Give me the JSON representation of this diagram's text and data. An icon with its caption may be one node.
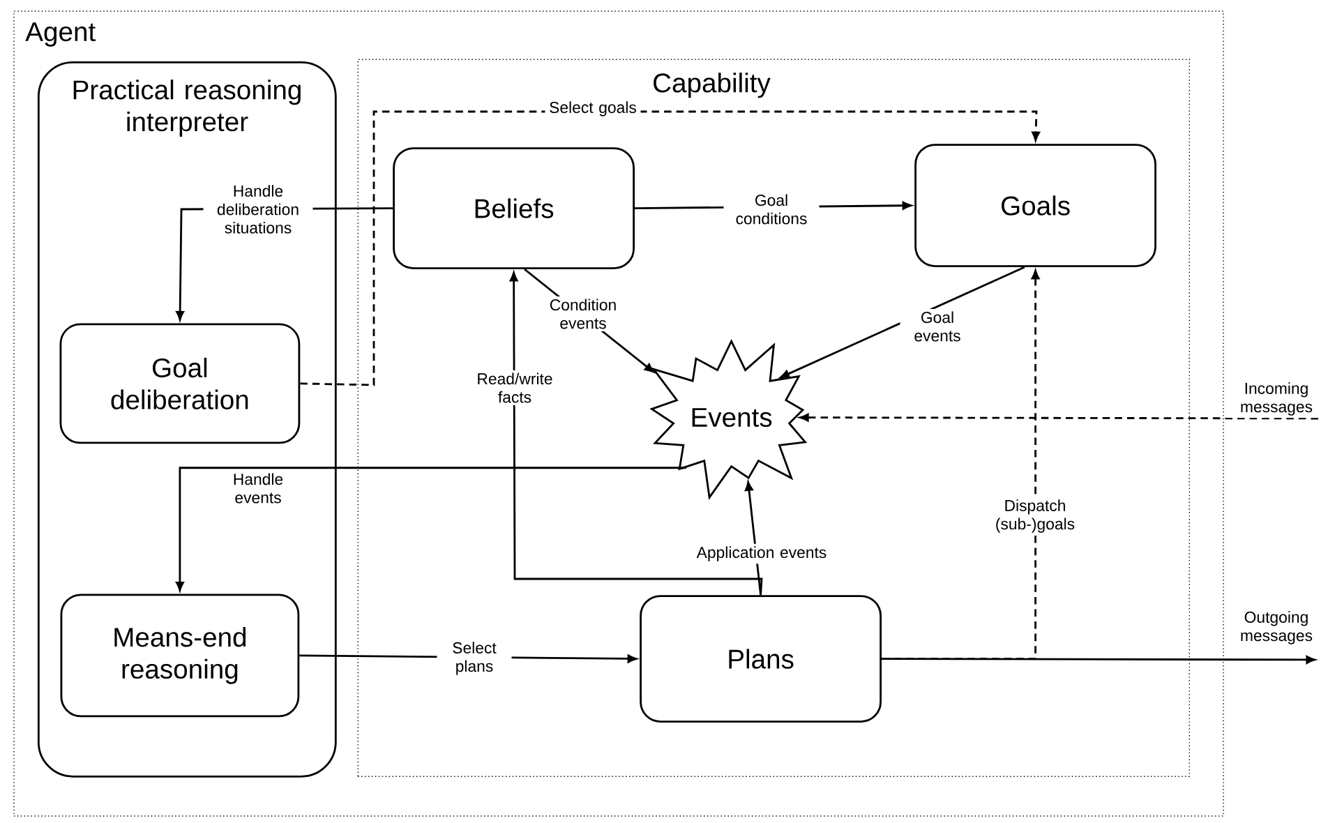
{
  "diagram": {
    "nodes": [
      {
        "text": [
          "Agent"
        ]
      },
      {
        "text": [
          "Practical reasoning interpreter"
        ],
        "in": 0
      },
      {
        "text": [
          "Capability"
        ],
        "in": 0
      },
      {
        "text": [
          "Goal deliberation"
        ],
        "in": 1
      },
      {
        "text": [
          "Means-end reasoning"
        ],
        "in": 1
      },
      {
        "text": [
          "Beliefs"
        ],
        "in": 2
      },
      {
        "text": [
          "Goals"
        ],
        "in": 2
      },
      {
        "text": [
          "Events"
        ],
        "in": 2
      },
      {
        "text": [
          "Plans"
        ],
        "in": 2
      }
    ],
    "edges": [
      {
        "from": 3,
        "to": 6,
        "arrow": "to",
        "label": "Select goals",
        "style": "dashed"
      },
      {
        "from": 5,
        "to": 6,
        "arrow": "to",
        "label": "Goal conditions"
      },
      {
        "from": 5,
        "to": 3,
        "arrow": "to",
        "label": "Handle deliberation situations"
      },
      {
        "from": 5,
        "to": 7,
        "arrow": "to",
        "label": "Condition events"
      },
      {
        "from": 6,
        "to": 7,
        "arrow": "to",
        "label": "Goal events"
      },
      {
        "from": 8,
        "to": 5,
        "arrow": "to",
        "label": "Read/write facts"
      },
      {
        "from": 8,
        "to": 7,
        "arrow": "to",
        "label": "Application events"
      },
      {
        "from": 7,
        "to": 4,
        "arrow": "to",
        "label": "Handle events"
      },
      {
        "from": 4,
        "to": 8,
        "arrow": "to",
        "label": "Select plans"
      },
      {
        "from": 8,
        "to": 6,
        "arrow": "to",
        "label": "Dispatch (sub-)goals",
        "style": "dashed"
      },
      {
        "from": null,
        "to": 7,
        "arrow": "to",
        "label": "Incoming messages",
        "style": "dashed"
      },
      {
        "from": 8,
        "to": null,
        "arrow": "to",
        "label": "Outgoing messages"
      }
    ]
  }
}
